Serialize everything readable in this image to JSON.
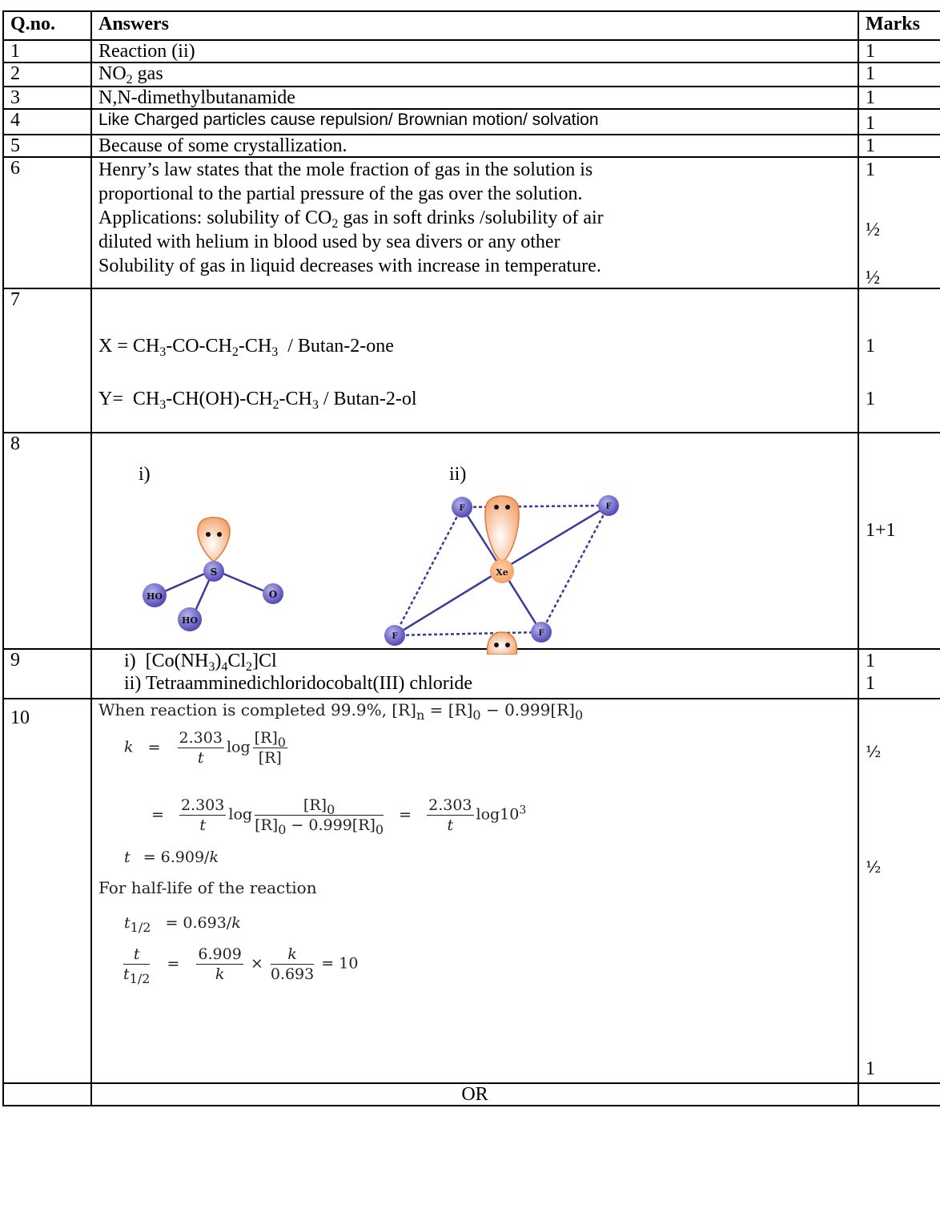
{
  "headers": {
    "qno": "Q.no.",
    "answers": "Answers",
    "marks": "Marks"
  },
  "rows": {
    "r1": {
      "q": "1",
      "answer": "Reaction (ii)",
      "marks": "1"
    },
    "r2": {
      "q": "2",
      "answer_pre": "NO",
      "answer_sub": "2",
      "answer_post": " gas",
      "marks": "1"
    },
    "r3": {
      "q": "3",
      "answer": "N,N-dimethylbutanamide",
      "marks": "1"
    },
    "r4": {
      "q": "4",
      "answer": "Like  Charged particles cause repulsion/ Brownian motion/ solvation",
      "marks": "1"
    },
    "r5": {
      "q": "5",
      "answer": "Because of some crystallization.",
      "marks": "1"
    },
    "r6": {
      "q": "6",
      "line1": "Henry’s law states that the mole fraction of gas in the solution is",
      "line2": "proportional to the partial pressure of the gas over the solution.",
      "line3_pre": "Applications: solubility of CO",
      "line3_sub": "2",
      "line3_post": " gas in soft drinks /solubility of  air",
      "line4": "diluted with helium in blood used by sea divers or any other",
      "line5": "Solubility of gas in liquid decreases with increase in temperature.",
      "marks1": "1",
      "marks2": "½",
      "marks3": "½"
    },
    "r7": {
      "q": "7",
      "x": {
        "a": "X = CH",
        "s1": "3",
        "b": "-CO-CH",
        "s2": "2",
        "c": "-CH",
        "s3": "3",
        "d": "  / Butan-2-one"
      },
      "y": {
        "a": "Y=  CH",
        "s1": "3",
        "b": "-CH(OH)-CH",
        "s2": "2",
        "c": "-CH",
        "s3": "3",
        "d": " / Butan-2-ol"
      },
      "marks1": "1",
      "marks2": "1"
    },
    "r8": {
      "q": "8",
      "label_i": "i)",
      "label_ii": "ii)",
      "marks": "1+1",
      "atoms_i": {
        "center": "S",
        "o1": "HO",
        "o2": "HO",
        "o3": "O"
      },
      "atoms_ii": {
        "center": "Xe",
        "f": "F"
      }
    },
    "r9": {
      "q": "9",
      "i_label": "i)",
      "i": {
        "a": "[Co(NH",
        "s1": "3",
        "b": ")",
        "s2": "4",
        "c": "Cl",
        "s3": "2",
        "d": "]Cl"
      },
      "ii_label": "ii)",
      "ii": "Tetraamminedichloridocobalt(III) chloride",
      "marks1": "1",
      "marks2": "1"
    },
    "r10": {
      "q": "10",
      "intro": "When reaction is completed 99.9%, [R]",
      "intro_n": "n",
      "intro_mid": " = [R]",
      "intro_0a": "0",
      "intro_end": " − 0.999[R]",
      "intro_0b": "0",
      "k": "k",
      "eq": "=",
      "c2303": "2.303",
      "t": "t",
      "log": "log",
      "R0": "[R]",
      "z": "0",
      "R": "[R]",
      "den2": "[R]",
      "den2b": " − 0.999[R]",
      "ten": "log10",
      "cube": "3",
      "tres": "= 6.909/",
      "half_text": "For half-life of the reaction",
      "thalf": "t",
      "thalf_sub": "1/2",
      "thalf_res": "= 0.693/",
      "n6909": "6.909",
      "n0693": "0.693",
      "times": "×",
      "eq10": "= 10",
      "marks1": "½",
      "marks2": "½",
      "marks3": "1"
    },
    "or_row": {
      "text": "OR"
    }
  }
}
